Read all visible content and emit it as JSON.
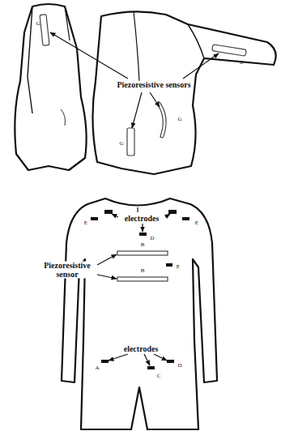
{
  "diagram": {
    "labels": [
      "Piezoresistive sensors",
      "G",
      "B",
      "G",
      "G",
      "electrodes",
      "E",
      "E",
      "D",
      "Piezoresistive sensor",
      "B",
      "B",
      "E",
      "electrodes",
      "A",
      "D",
      "C"
    ]
  }
}
